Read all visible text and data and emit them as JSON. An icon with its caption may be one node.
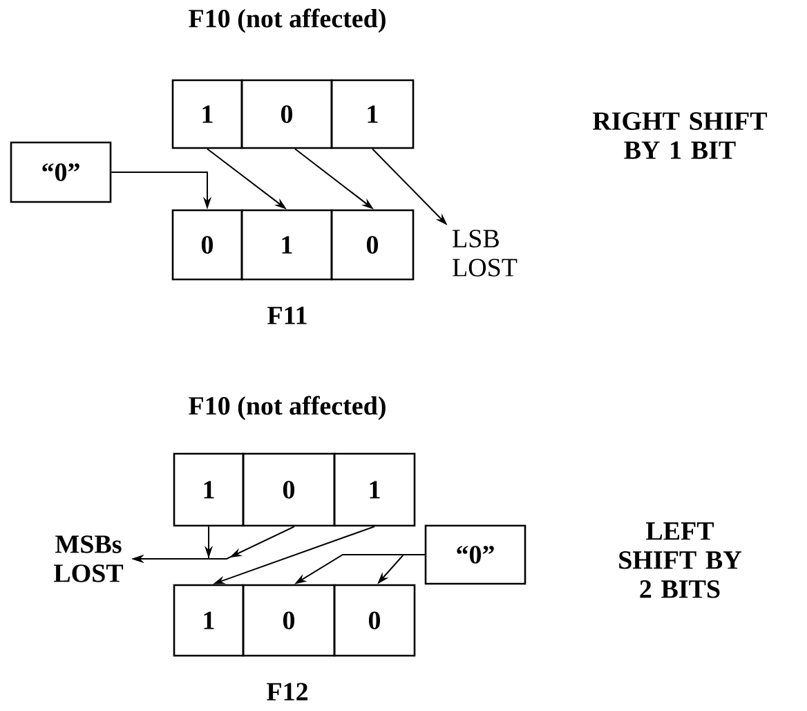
{
  "diagram": {
    "nodes": [
      {
        "text": [
          "1"
        ]
      },
      {
        "text": [
          "0"
        ]
      },
      {
        "text": [
          "1"
        ]
      },
      {
        "text": [
          "“0”"
        ]
      },
      {
        "text": [
          "0"
        ]
      },
      {
        "text": [
          "1"
        ]
      },
      {
        "text": [
          "0"
        ]
      },
      {
        "text": [
          "LSB LOST"
        ]
      },
      {
        "text": [
          "1"
        ]
      },
      {
        "text": [
          "0"
        ]
      },
      {
        "text": [
          "1"
        ]
      },
      {
        "text": [
          "“0”"
        ]
      },
      {
        "text": [
          "1"
        ]
      },
      {
        "text": [
          "0"
        ]
      },
      {
        "text": [
          "0"
        ]
      },
      {
        "text": [
          "MSBs LOST"
        ]
      }
    ],
    "edges": [
      {
        "from": 3,
        "to": 4,
        "arrow": "to"
      },
      {
        "from": 0,
        "to": 5,
        "arrow": "to"
      },
      {
        "from": 1,
        "to": 6,
        "arrow": "to"
      },
      {
        "from": 2,
        "to": 7,
        "arrow": "to"
      },
      {
        "from": 8,
        "to": 15,
        "arrow": "to"
      },
      {
        "from": 9,
        "to": 15,
        "arrow": "to"
      },
      {
        "from": 10,
        "to": 12,
        "arrow": "to"
      },
      {
        "from": 11,
        "to": 13,
        "arrow": "to"
      },
      {
        "from": 11,
        "to": 14,
        "arrow": "to"
      }
    ],
    "labels": [
      "F10 (not affected)",
      "RIGHT SHIFT BY 1 BIT",
      "F11",
      "F10 (not affected)",
      "LEFT SHIFT BY 2 BITS",
      "F12"
    ]
  }
}
